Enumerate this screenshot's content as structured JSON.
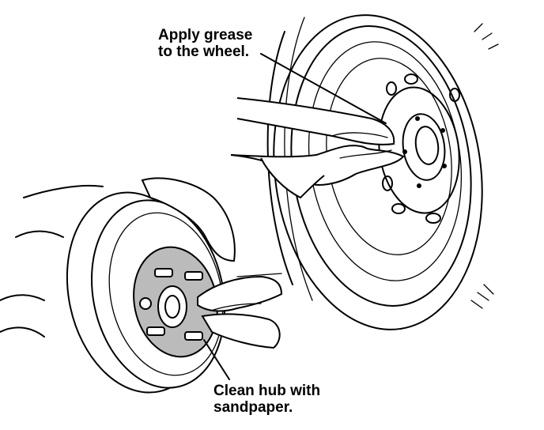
{
  "labels": {
    "grease_line1": "Apply grease",
    "grease_line2": "to the wheel.",
    "hub_line1": "Clean hub with",
    "hub_line2": "sandpaper."
  },
  "icons": {
    "wheel": "wheel-rim-drawing",
    "hub": "brake-disc-hub-drawing",
    "hand_grease": "hand-with-cloth-drawing",
    "hand_sandpaper": "hand-with-sandpaper-drawing"
  },
  "colors": {
    "ink": "#000000",
    "paper": "#ffffff"
  }
}
